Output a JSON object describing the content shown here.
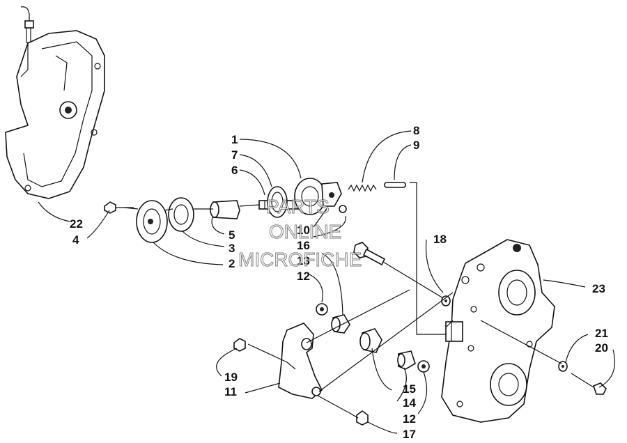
{
  "diagram": {
    "labels": {
      "p1": "1",
      "p2": "2",
      "p3": "3",
      "p4": "4",
      "p5": "5",
      "p6": "6",
      "p7": "7",
      "p8": "8",
      "p9": "9",
      "p10": "10",
      "p11": "11",
      "p12a": "12",
      "p12b": "12",
      "p13": "13",
      "p14": "14",
      "p15": "15",
      "p16": "16",
      "p17": "17",
      "p18": "18",
      "p19": "19",
      "p20": "20",
      "p21": "21",
      "p22": "22",
      "p23": "23"
    },
    "watermark": {
      "line1": "PARTS",
      "line2": "ONLINE",
      "line3": "MICROFICHE"
    }
  }
}
